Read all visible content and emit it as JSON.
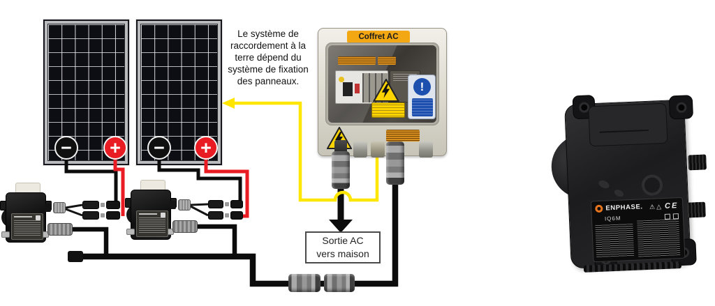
{
  "colors": {
    "ground_wire": "#ffe600",
    "positive_wire": "#e81c22",
    "negative_wire": "#0c0c0c",
    "ac_wire": "#0c0c0c",
    "coffret_label_bg": "#f2a713",
    "warning_yellow": "#ffd400",
    "notice_blue": "#1d4fae",
    "terminal_plus": "#e81c22",
    "terminal_minus": "#101010"
  },
  "annotation": {
    "ground_note": "Le système de raccordement à la terre dépend du système de fixation des panneaux."
  },
  "panels": {
    "plus_label": "+",
    "minus_label": "−"
  },
  "coffret": {
    "label": "Coffret AC"
  },
  "sortie_box": {
    "line1": "Sortie AC",
    "line2": "vers maison"
  },
  "inverter_unit": {
    "brand": "ENPHASE.",
    "model": "IQ6M",
    "ce_mark": "CE"
  },
  "icons": {
    "exclamation": "!",
    "warning_triangle": "⚠",
    "small_triangle": "△"
  }
}
